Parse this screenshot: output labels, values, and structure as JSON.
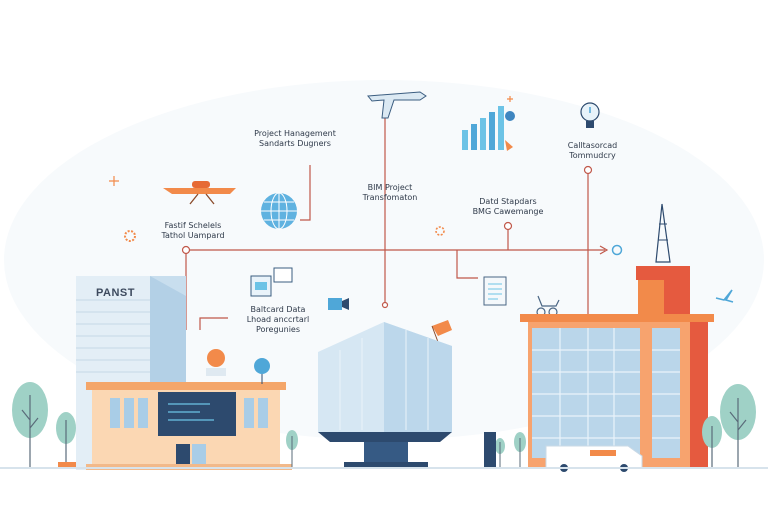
{
  "labels": {
    "project_management": [
      "Project Hanagement",
      "Sandarts Dugners"
    ],
    "bim_project": [
      "BIM Project",
      "Transfomaton"
    ],
    "collaboration": [
      "Calltasorcad",
      "Tommudcry"
    ],
    "field_tablets": [
      "Fastif Schelels",
      "Tathol Uampard"
    ],
    "data_standards": [
      "Datd Stapdars",
      "BMG Cawemange"
    ],
    "dashboard_data": [
      "Baltcard Data",
      "Lhoad anccrtarl",
      "Poregunies"
    ]
  },
  "building_sign": "PANST",
  "colors": {
    "line": "#c0584a",
    "orange": "#f28a4a",
    "red": "#e55a3f",
    "blue": "#4fa7d8",
    "glass": "#bfd9ec",
    "navy": "#2d4a6e",
    "tree": "#9fd1c6"
  },
  "icons": [
    "drone-icon",
    "plane-icon",
    "globe-icon",
    "bar-chart-icon",
    "lightbulb-icon",
    "document-icon",
    "gear-icon",
    "camera-icon",
    "flag-icon",
    "bird-icon",
    "wheelchair-icon",
    "antenna-tower-icon"
  ]
}
